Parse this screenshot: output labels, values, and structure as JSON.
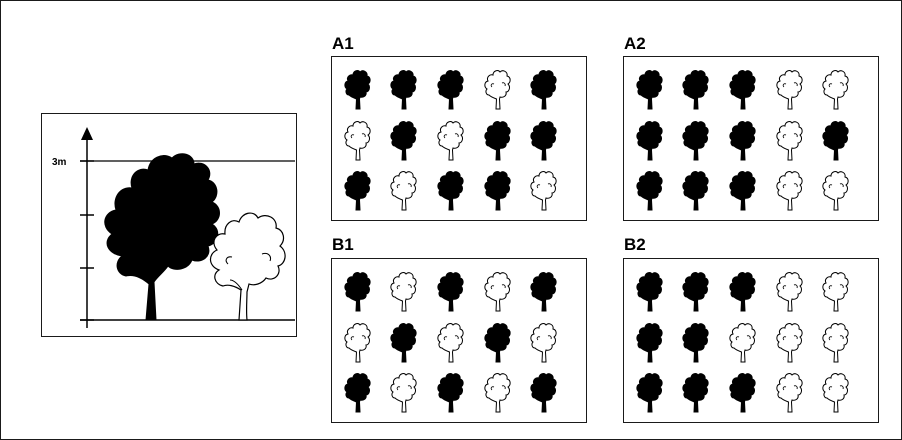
{
  "height_panel": {
    "height_label": "3m",
    "fills": {
      "tall_tree": "#000000",
      "short_tree": "#ffffff"
    }
  },
  "plots": [
    {
      "label": "A1",
      "rows": [
        [
          "dark",
          "dark",
          "dark",
          "light",
          "dark"
        ],
        [
          "light",
          "dark",
          "light",
          "dark",
          "dark"
        ],
        [
          "dark",
          "light",
          "dark",
          "dark",
          "light"
        ]
      ]
    },
    {
      "label": "A2",
      "rows": [
        [
          "dark",
          "dark",
          "dark",
          "light",
          "light"
        ],
        [
          "dark",
          "dark",
          "dark",
          "light",
          "dark"
        ],
        [
          "dark",
          "dark",
          "dark",
          "light",
          "light"
        ]
      ]
    },
    {
      "label": "B1",
      "rows": [
        [
          "dark",
          "light",
          "dark",
          "light",
          "dark"
        ],
        [
          "light",
          "dark",
          "light",
          "dark",
          "light"
        ],
        [
          "dark",
          "light",
          "dark",
          "light",
          "dark"
        ]
      ]
    },
    {
      "label": "B2",
      "rows": [
        [
          "dark",
          "dark",
          "dark",
          "light",
          "light"
        ],
        [
          "dark",
          "dark",
          "light",
          "light",
          "light"
        ],
        [
          "dark",
          "dark",
          "dark",
          "light",
          "light"
        ]
      ]
    }
  ],
  "colors": {
    "dark_tree": "#000000",
    "light_tree": "#ffffff",
    "outline": "#1a1a1a"
  }
}
